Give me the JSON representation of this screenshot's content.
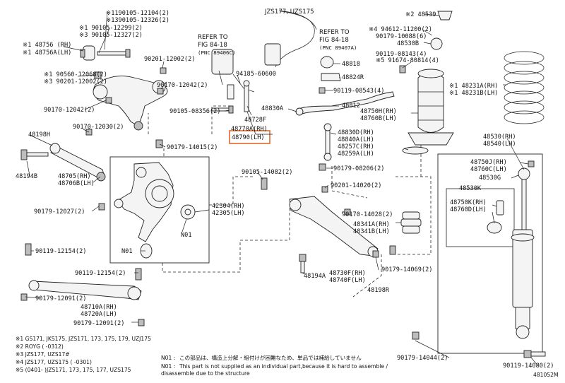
{
  "diagram": {
    "header_model": "JZS177, UZS175",
    "figure_id": "481052M",
    "refs": [
      {
        "line1": "REFER TO",
        "line2": "FIG 84-18",
        "line3": "(PNC 89406C)"
      },
      {
        "line1": "REFER TO",
        "line2": "FIG 84-18",
        "line3": "(PNC 89407A)"
      }
    ],
    "labels": {
      "p1": "※1190105-12104(2)",
      "p2": "※1390105-12326(2)",
      "p3": "※1 90105-12299(2)",
      "p4": "※3 90105-12327(2)",
      "p5": "※1 48756  (RH)",
      "p6": "※1 48756A(LH)",
      "p7": "90201-12002(2)",
      "p8": "※1 90560-12068(2)",
      "p9": "※3 90201-12002(2)",
      "p10": "90170-12042(2)",
      "p11": "90170-12042(2)",
      "p12": "90170-12030(2)",
      "p13": "48198H",
      "p14": "90179-14015(2)",
      "p15": "48194B",
      "p16": "48705(RH)",
      "p17": "48706B(LH)",
      "p18": "90179-12027(2)",
      "p19": "90119-12154(2)",
      "p20": "N01",
      "p21": "N01",
      "p22": "42304(RH)",
      "p23": "42305(LH)",
      "p24": "90119-12154(2)",
      "p25": "90179-12091(2)",
      "p26": "48710A(RH)",
      "p27": "48720A(LH)",
      "p28": "90179-12091(2)",
      "p29": "94185-60600",
      "p30": "90105-08356(2)",
      "p31": "48728F",
      "p32": "48770A(RH)",
      "p33": "48790(LH)",
      "p34": "48830A",
      "p35": "48812",
      "p36": "48818",
      "p37": "48824R",
      "p38": "90119-08543(4)",
      "p39": "48830D(RH)",
      "p40": "48840A(LH)",
      "p41": "48257C(RH)",
      "p42": "48259A(LH)",
      "p43": "90179-08206(2)",
      "p44": "90105-14082(2)",
      "p45": "90201-14020(2)",
      "p46": "90170-14028(2)",
      "p47": "48341A(RH)",
      "p48": "48341B(LH)",
      "p49": "48194A",
      "p50": "48730F(RH)",
      "p51": "48740F(LH)",
      "p52": "90179-14069(2)",
      "p53": "48198R",
      "p54": "※2 48539",
      "p55": "※4 94612-11200(2)",
      "p56": "90179-10088(6)",
      "p57": "48530B",
      "p58": "90119-08143(4)",
      "p59": "※5 91674-80814(4)",
      "p60": "48750H(RH)",
      "p61": "48760B(LH)",
      "p62": "※1 48231A(RH)",
      "p63": "※1 48231B(LH)",
      "p64": "48530(RH)",
      "p65": "48540(LH)",
      "p66": "48750J(RH)",
      "p67": "48760C(LH)",
      "p68": "48530G",
      "p69": "48530K",
      "p70": "48750K(RH)",
      "p71": "48760D(LH)",
      "p72": "90179-14044(2)",
      "p73": "90119-14080(2)"
    },
    "footnotes": [
      "※1  GS171, JKS175, JZS171, 173, 175, 179, UZJ175",
      "※2  ROYG (      -0312)",
      "※3  JZS177, UZS17#",
      "※4  JZS177, UZS175 (      -0301)",
      "※5 (0401-      )JZS171, 173, 175, 177, UZS175"
    ],
    "note_jp_label": "N01 :",
    "note_jp": "この部品は、構造上分解・組付けが困難なため、単品では補給していません",
    "note_en_label": "N01 :",
    "note_en_1": "This part is not supplied as an individual part,because it is hard to assemble /",
    "note_en_2": "disassemble due to the structure",
    "highlight_color": "#e06a2b"
  }
}
